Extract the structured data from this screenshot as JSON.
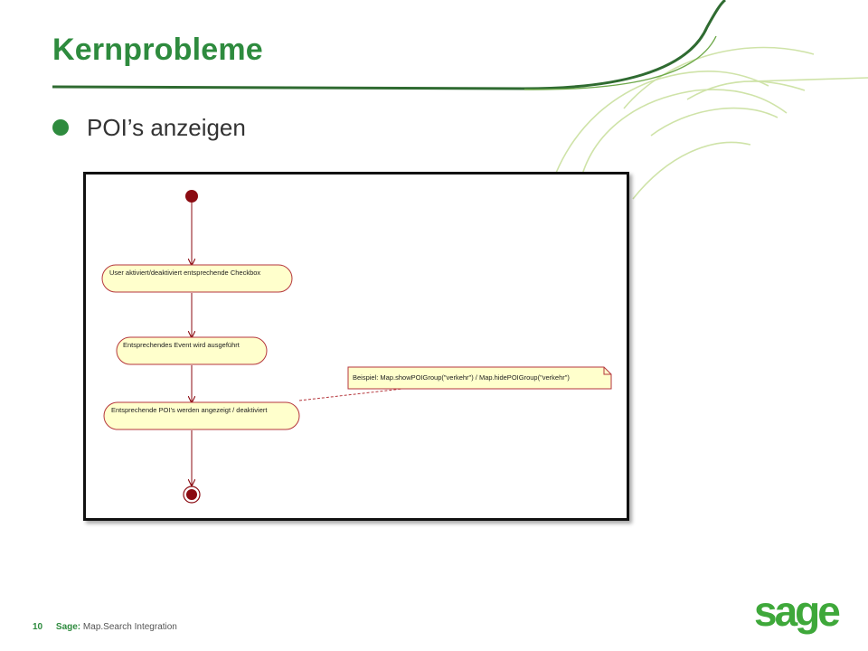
{
  "slide": {
    "title": "Kernprobleme",
    "bullets": [
      "POI’s anzeigen"
    ]
  },
  "diagram": {
    "actions": [
      "User aktiviert/deaktiviert entsprechende Checkbox",
      "Entsprechendes Event wird ausgeführt",
      "Entsprechende POI’s werden angezeigt / deaktiviert"
    ],
    "note": "Beispiel: Map.showPOIGroup(\"verkehr\") / Map.hidePOIGroup(\"verkehr\")"
  },
  "footer": {
    "page_number": "10",
    "brand": "Sage:",
    "text": "Map.Search Integration"
  },
  "logo": {
    "text": "sage"
  },
  "colors": {
    "accent": "#2e8b3e",
    "node_fill": "#8b0b12",
    "action_fill": "#ffffcc",
    "action_stroke": "#b5363c"
  }
}
